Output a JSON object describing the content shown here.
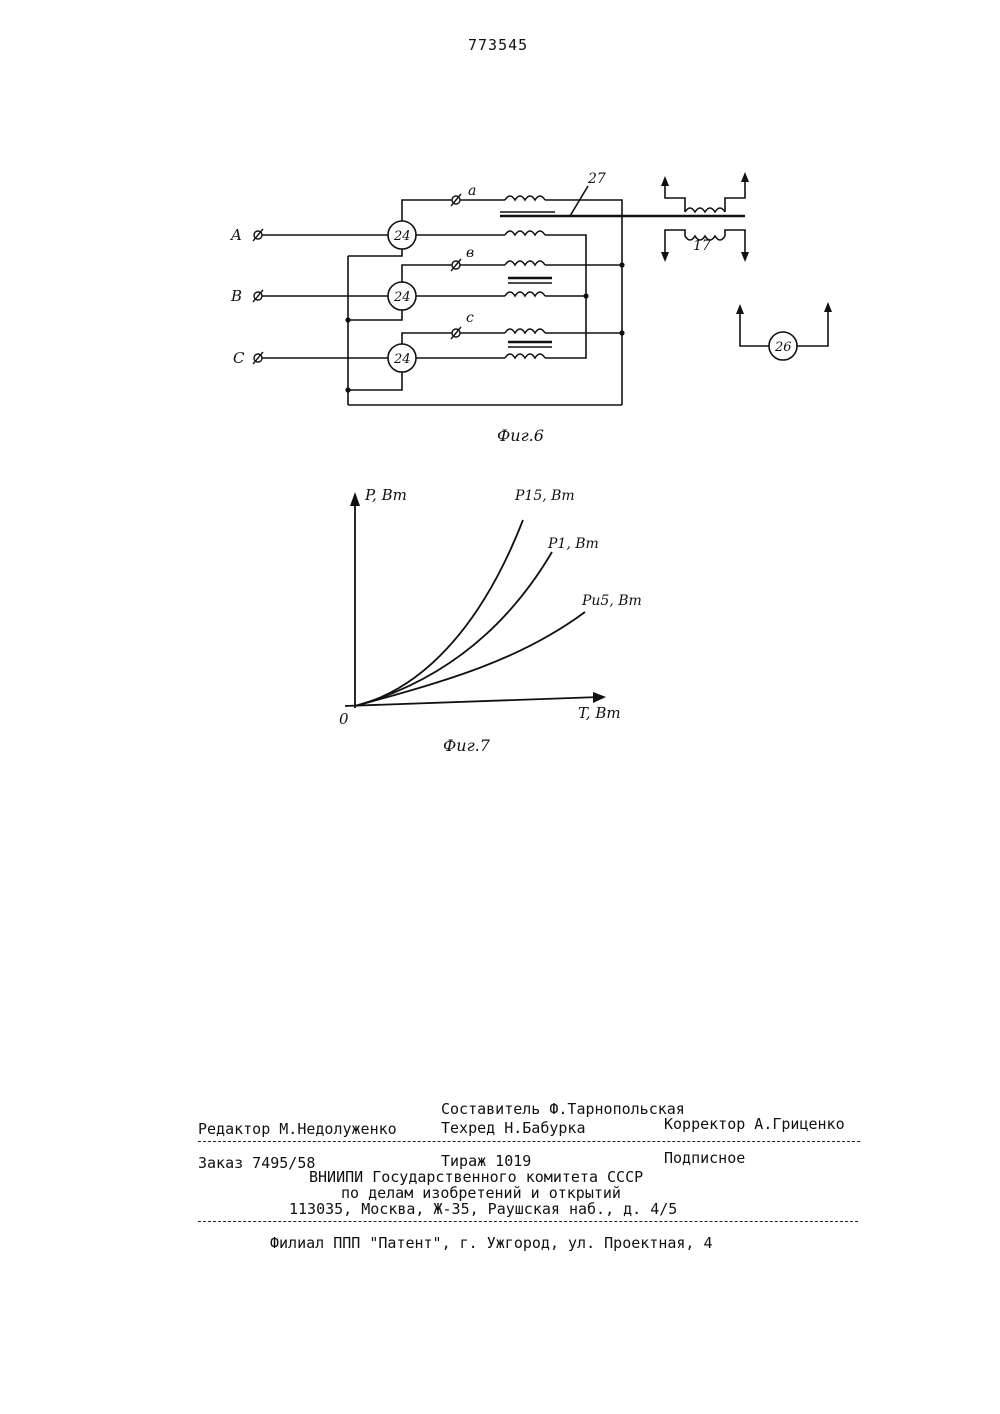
{
  "patent_number": "773545",
  "fig6": {
    "caption": "Фиг.6",
    "terminals": [
      "A",
      "B",
      "C"
    ],
    "phase_labels": [
      "a",
      "в",
      "c"
    ],
    "block_label": "24",
    "core_label": "27",
    "transformer_label": "17",
    "device_label": "26"
  },
  "fig7": {
    "caption": "Фиг.7",
    "y_label": "P, Вт",
    "x_label": "T, Вт",
    "origin": "0",
    "curve_labels": [
      "P15, Вт",
      "P1, Вт",
      "Pu5, Вт"
    ]
  },
  "colophon": {
    "compiler": "Составитель Ф.Тарнопольская",
    "editor": "Редактор М.Недолуженко",
    "techred": "Техред Н.Бабурка",
    "corrector": "Корректор А.Гриценко",
    "order": "Заказ 7495/58",
    "circulation": "Тираж 1019",
    "subscription": "Подписное",
    "org1": "ВНИИПИ Государственного комитета СССР",
    "org2": "по делам изобретений и открытий",
    "address": "113035, Москва, Ж-35, Раушская наб., д. 4/5",
    "branch": "Филиал ППП \"Патент\", г. Ужгород, ул. Проектная, 4"
  }
}
